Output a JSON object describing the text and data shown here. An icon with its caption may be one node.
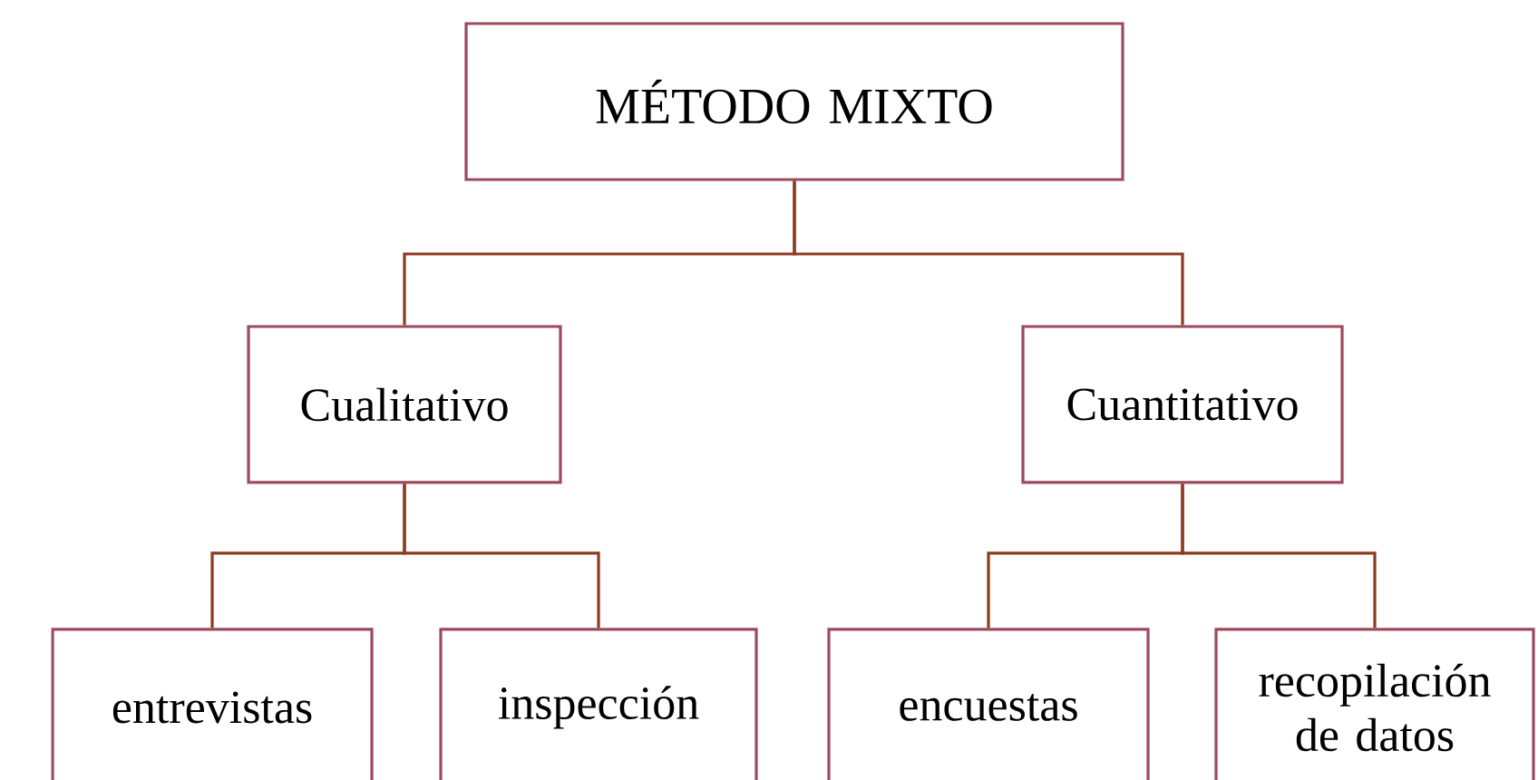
{
  "diagram": {
    "nodes": [
      {
        "text": [
          "MÉTODO MIXTO"
        ]
      },
      {
        "text": [
          "Cualitativo"
        ]
      },
      {
        "text": [
          "Cuantitativo"
        ]
      },
      {
        "text": [
          "entrevistas"
        ]
      },
      {
        "text": [
          "inspección"
        ]
      },
      {
        "text": [
          "encuestas"
        ]
      },
      {
        "text": [
          "recopilación de datos"
        ]
      }
    ],
    "edges": [
      {
        "from": 0,
        "to": 1,
        "arrow": "none"
      },
      {
        "from": 0,
        "to": 2,
        "arrow": "none"
      },
      {
        "from": 1,
        "to": 3,
        "arrow": "none"
      },
      {
        "from": 1,
        "to": 4,
        "arrow": "none"
      },
      {
        "from": 2,
        "to": 5,
        "arrow": "none"
      },
      {
        "from": 2,
        "to": 6,
        "arrow": "none"
      }
    ]
  }
}
